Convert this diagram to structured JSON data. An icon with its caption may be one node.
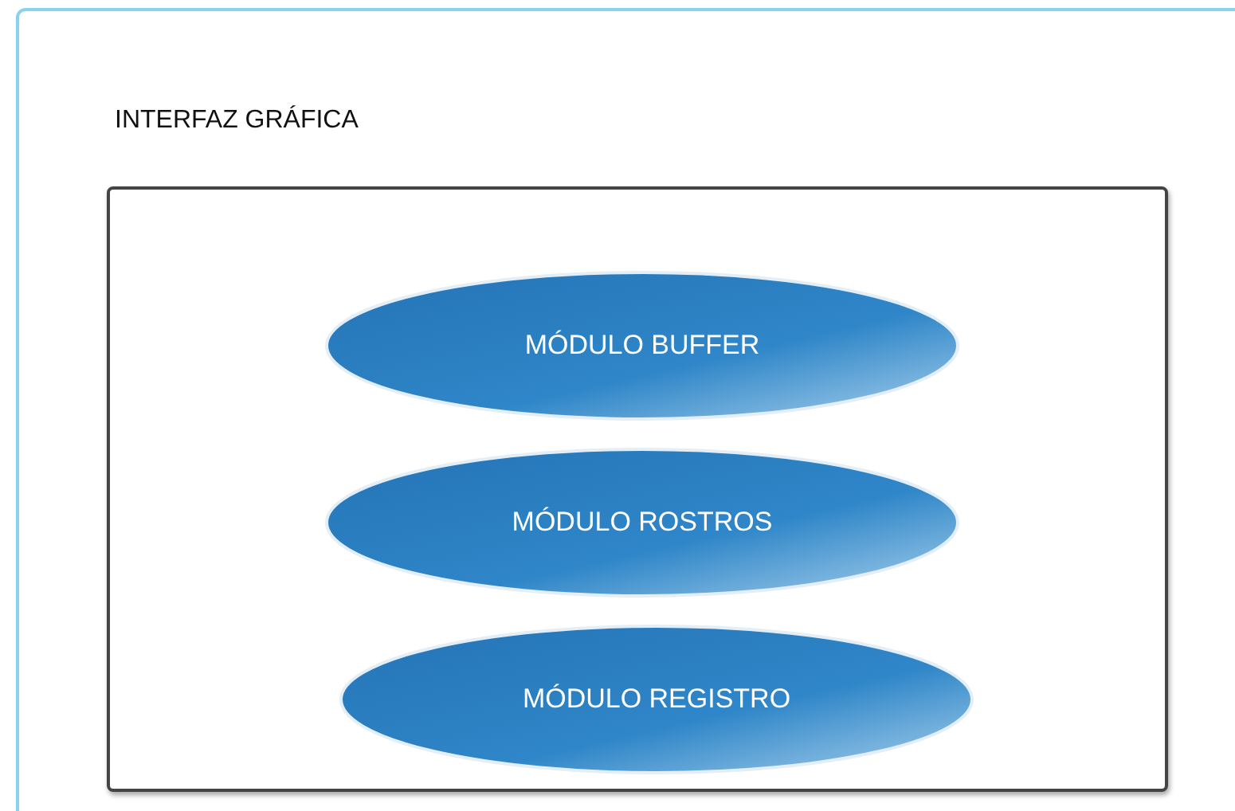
{
  "diagram": {
    "nodes": [
      {
        "text": [
          "INTERFAZ GRÁFICA"
        ]
      },
      {
        "text": [],
        "shape": "box",
        "in": 0
      },
      {
        "text": [
          "MÓDULO BUFFER"
        ],
        "in": 1
      },
      {
        "text": [
          "MÓDULO ROSTROS"
        ],
        "in": 1
      },
      {
        "text": [
          "MÓDULO REGISTRO"
        ],
        "in": 1
      }
    ]
  }
}
